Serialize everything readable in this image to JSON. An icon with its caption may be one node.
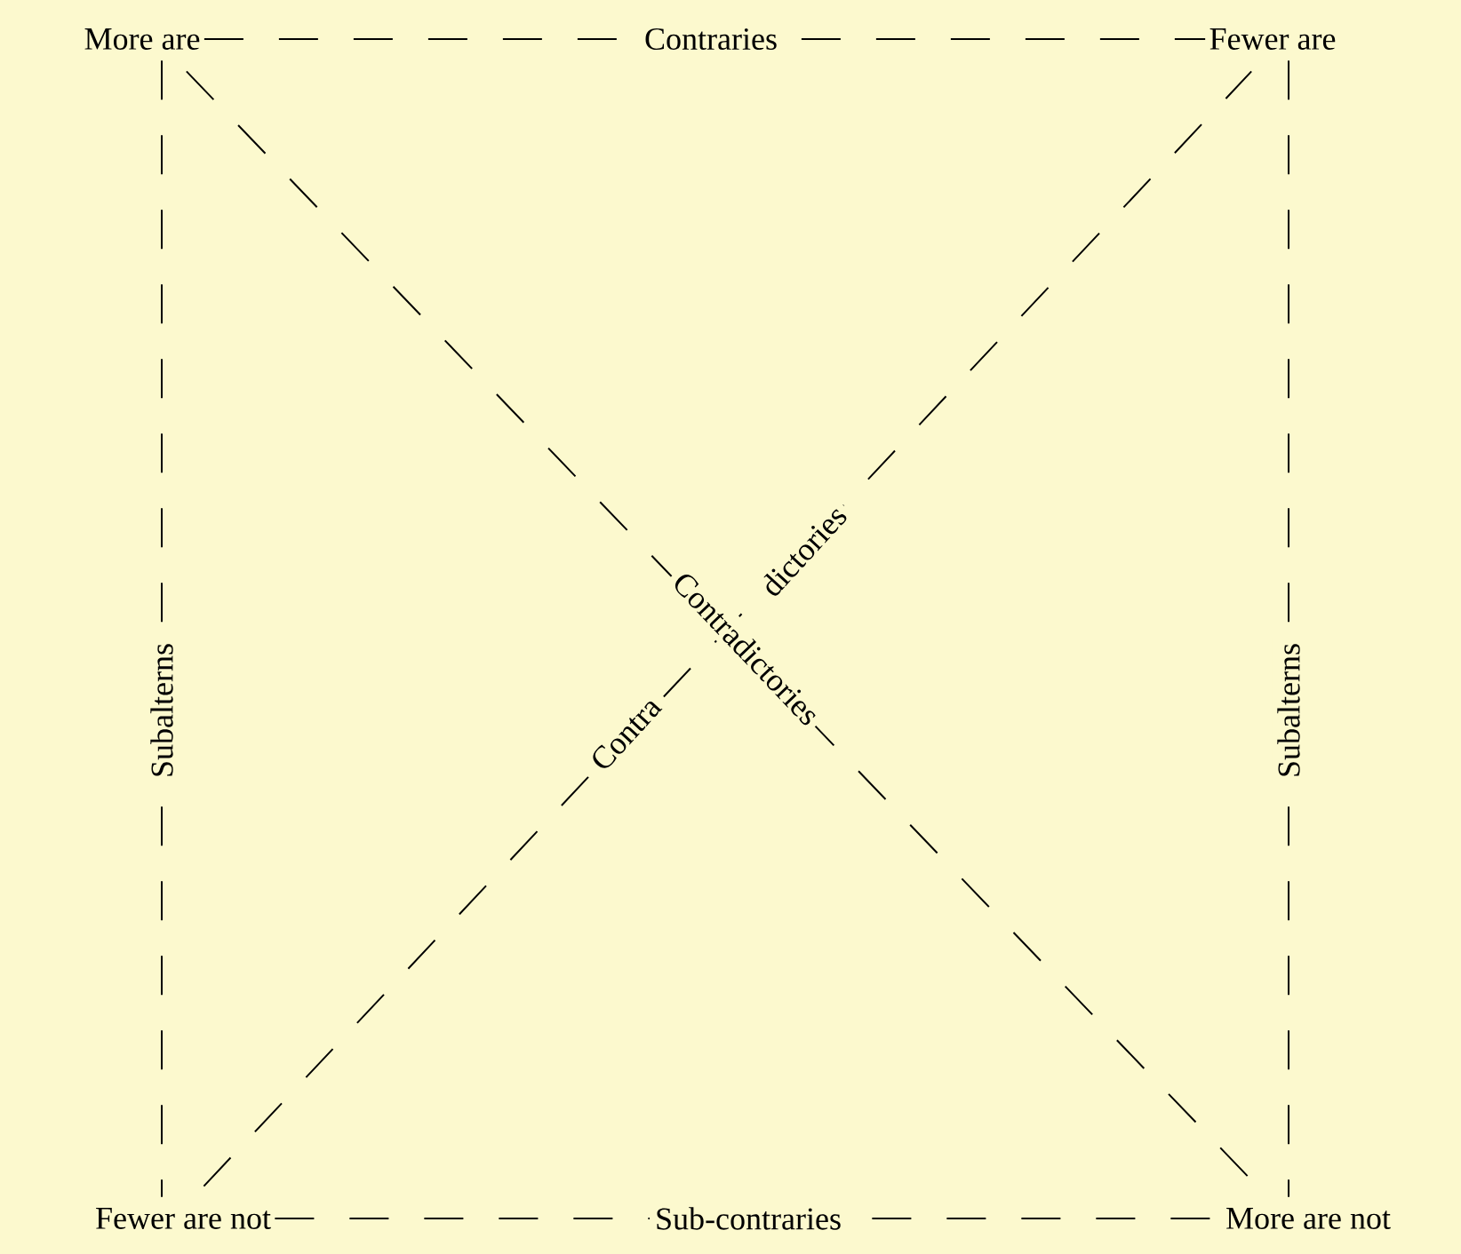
{
  "diagram": {
    "nodes": [
      {
        "text": [
          "More are"
        ]
      },
      {
        "text": [
          "Fewer are"
        ]
      },
      {
        "text": [
          "Fewer are not"
        ]
      },
      {
        "text": [
          "More are not"
        ]
      }
    ],
    "edges": [
      {
        "from": 0,
        "to": 1,
        "arrow": "none",
        "style": "dashed",
        "label": "Contraries"
      },
      {
        "from": 0,
        "to": 2,
        "arrow": "none",
        "style": "dashed",
        "label": "Subalterns"
      },
      {
        "from": 1,
        "to": 3,
        "arrow": "none",
        "style": "dashed",
        "label": "Subalterns"
      },
      {
        "from": 2,
        "to": 3,
        "arrow": "none",
        "style": "dashed",
        "label": "Sub-contraries"
      },
      {
        "from": 0,
        "to": 3,
        "arrow": "none",
        "style": "dashed",
        "label": "Contradictories"
      },
      {
        "from": 2,
        "to": 1,
        "arrow": "none",
        "style": "dashed",
        "label": "Contra"
      }
    ],
    "labels": [
      "dictories"
    ]
  }
}
